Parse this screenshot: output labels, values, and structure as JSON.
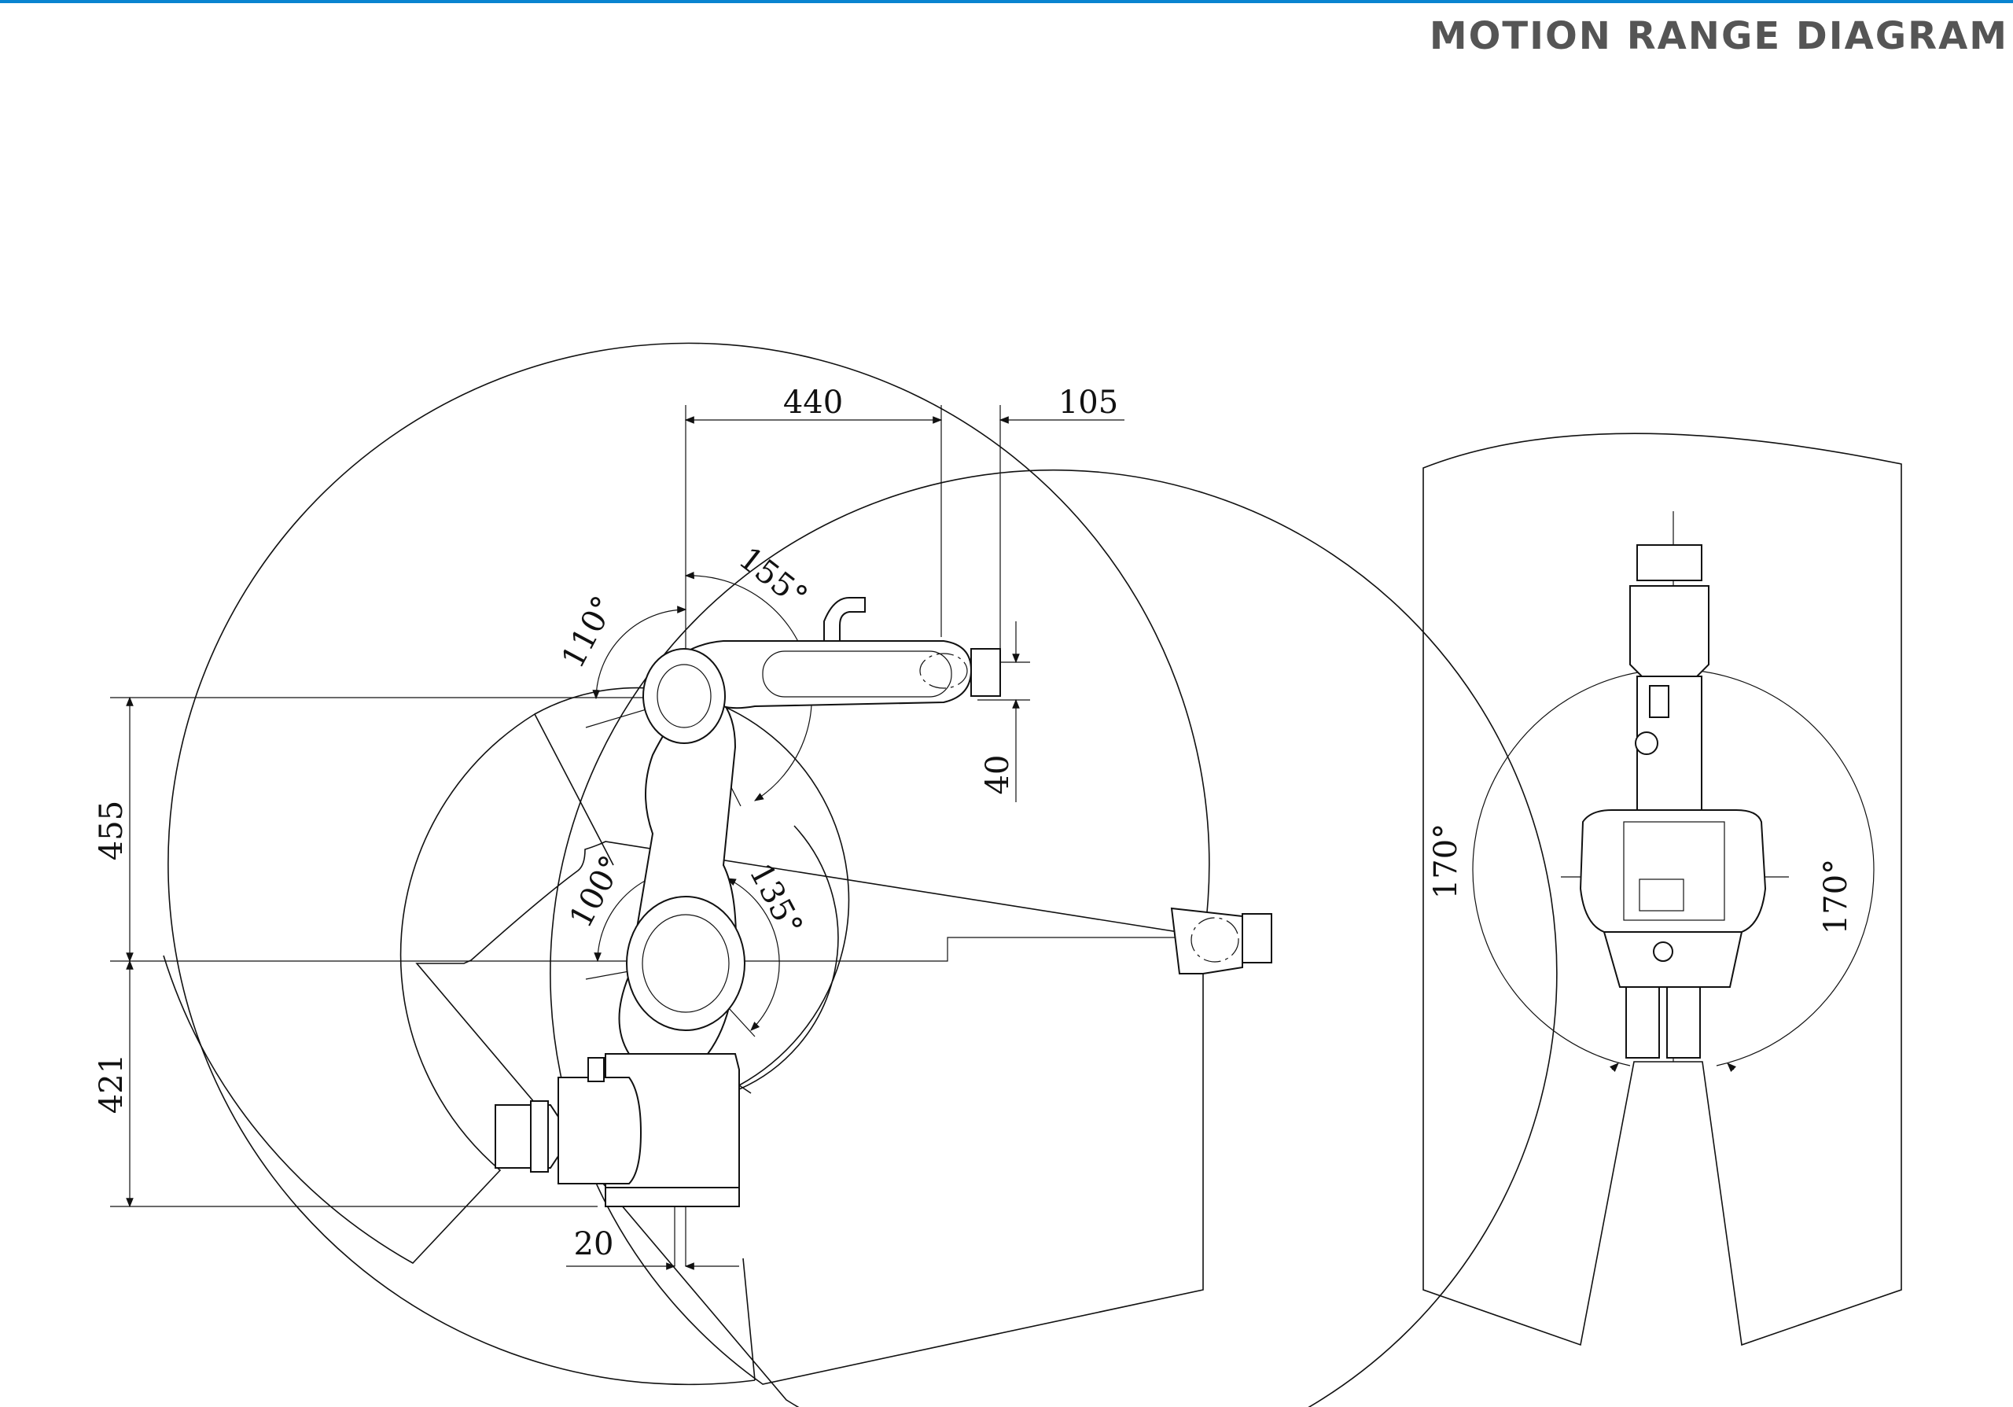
{
  "page_title": "MOTION RANGE DIAGRAM",
  "side_view": {
    "dim_upper_arm_offset": "440",
    "dim_wrist_offset": "105",
    "dim_forearm_drop": "40",
    "dim_upper_height": "455",
    "dim_base_height": "421",
    "dim_base_offset": "20",
    "angle_j3_up": "110°",
    "angle_j3_down": "155°",
    "angle_j2_back": "100°",
    "angle_j2_fwd": "135°"
  },
  "top_view": {
    "angle_left": "170°",
    "angle_right": "170°"
  },
  "colors": {
    "accent_rule": "#0a84d0",
    "heading": "#555555",
    "line": "#111111"
  }
}
